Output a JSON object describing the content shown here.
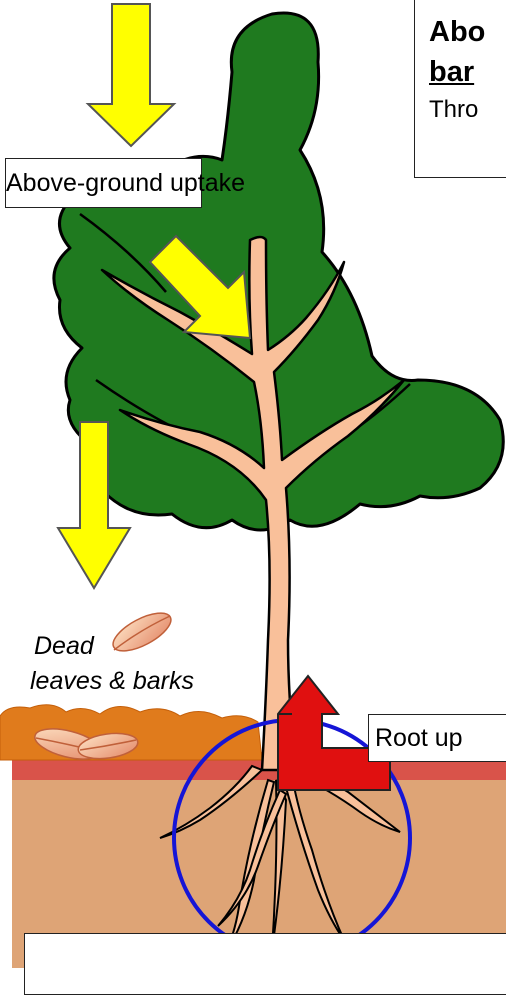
{
  "labels": {
    "above_ground_uptake": "Above-ground uptake",
    "root_uptake": "Root up",
    "dead_leaves_line1": "Dead",
    "dead_leaves_line2": "leaves & barks"
  },
  "heading": {
    "line1": "Abo",
    "line2": "bar",
    "line3": "Thro"
  },
  "colors": {
    "canopy": "#1f7a1f",
    "trunk": "#f9c09a",
    "soil": "#dea476",
    "soil_top": "#d9534a",
    "litter": "#e07b1c",
    "arrow_yellow": "#ffff00",
    "arrow_red": "#e01010",
    "circle": "#1515d6"
  },
  "icons": [
    "down-arrow-icon",
    "diagonal-arrow-icon",
    "l-shaped-arrow-icon",
    "leaf-icon",
    "root-zone-circle"
  ]
}
